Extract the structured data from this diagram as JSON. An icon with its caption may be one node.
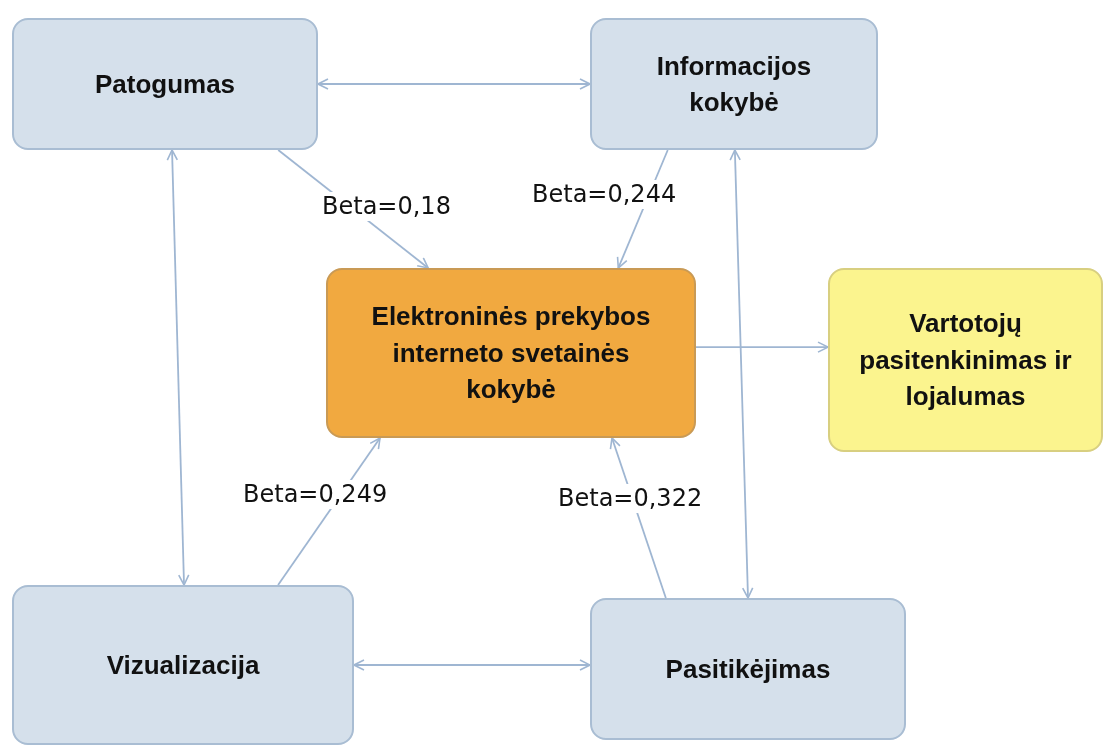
{
  "diagram": {
    "nodes": [
      {
        "text": [
          "Patogumas"
        ]
      },
      {
        "text": [
          "Informacijos kokybė"
        ]
      },
      {
        "text": [
          "Elektroninės prekybos interneto svetainės kokybė"
        ]
      },
      {
        "text": [
          "Vartotojų pasitenkinimas ir lojalumas"
        ]
      },
      {
        "text": [
          "Vizualizacija"
        ]
      },
      {
        "text": [
          "Pasitikėjimas"
        ]
      }
    ],
    "edges": [
      {
        "from": 0,
        "to": 1,
        "arrow": "both"
      },
      {
        "from": 0,
        "to": 2,
        "arrow": "to",
        "label": "Beta=0,18"
      },
      {
        "from": 1,
        "to": 2,
        "arrow": "to",
        "label": "Beta=0,244"
      },
      {
        "from": 2,
        "to": 3,
        "arrow": "to"
      },
      {
        "from": 0,
        "to": 4,
        "arrow": "both"
      },
      {
        "from": 1,
        "to": 5,
        "arrow": "both"
      },
      {
        "from": 4,
        "to": 2,
        "arrow": "to",
        "label": "Beta=0,249"
      },
      {
        "from": 5,
        "to": 2,
        "arrow": "to",
        "label": "Beta=0,322"
      },
      {
        "from": 4,
        "to": 5,
        "arrow": "both"
      }
    ]
  }
}
